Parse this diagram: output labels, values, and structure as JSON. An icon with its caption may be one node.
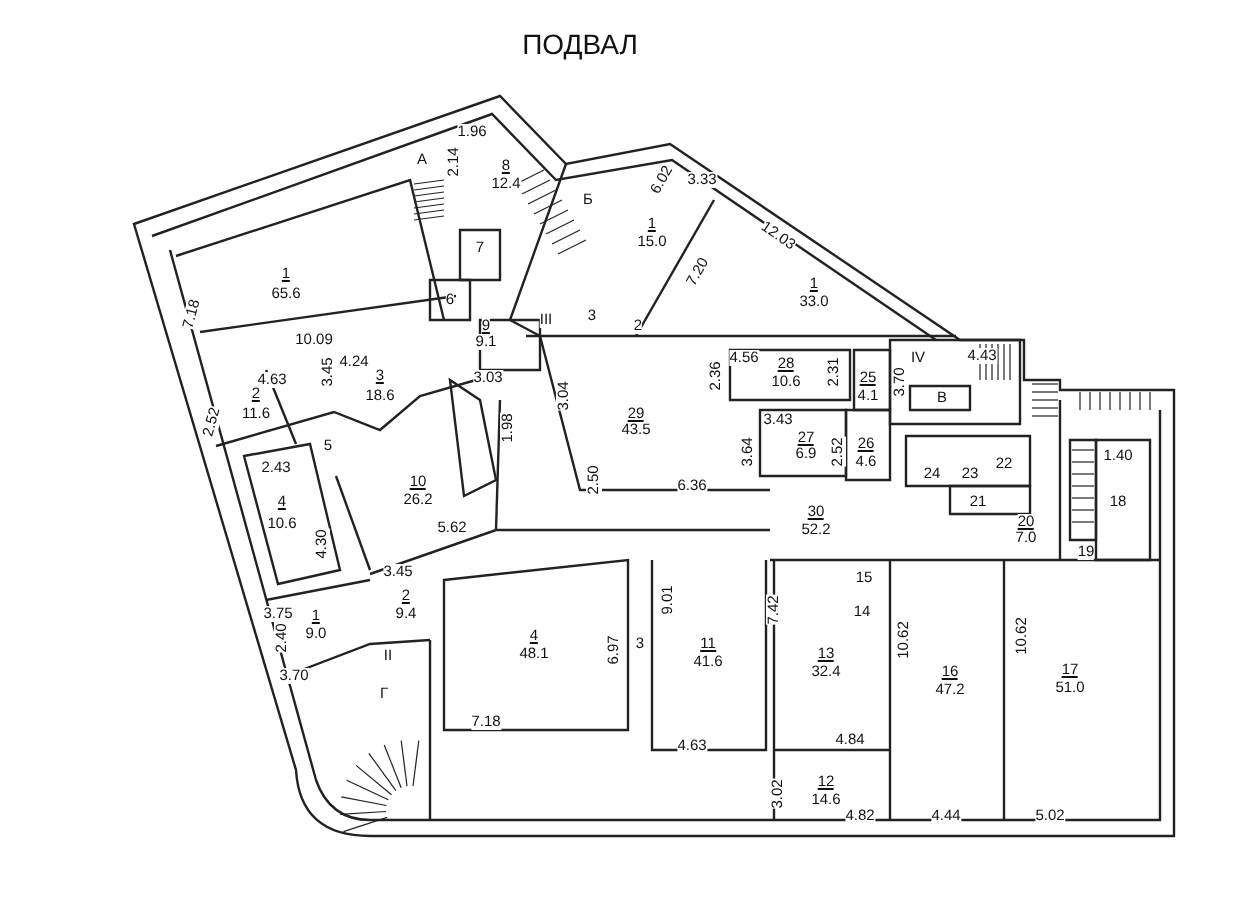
{
  "diagram": {
    "title": "ПОДВАЛ",
    "labels": [
      "А",
      "1.96",
      "2.14",
      "8",
      "12.4",
      "Б",
      "6.02",
      "3.33",
      "7",
      "1",
      "15.0",
      "12.03",
      "1",
      "65.6",
      "7.18",
      "1",
      "33.0",
      "7.20",
      "III",
      "3",
      "2",
      "6",
      "9",
      "9.1",
      "10.09",
      "4.24",
      "4.63",
      "3.45",
      "3",
      "18.6",
      "3.03",
      "3.04",
      "2.36",
      "4.56",
      "28",
      "10.6",
      "2.31",
      "25",
      "4.1",
      "3.70",
      "IV",
      "4.43",
      "В",
      "2",
      "11.6",
      "2.52",
      "5",
      "1.98",
      "29",
      "43.5",
      "3.43",
      "27",
      "6.9",
      "2.52",
      "3.64",
      "26",
      "4.6",
      "1.40",
      "18",
      "24",
      "23",
      "22",
      "2.43",
      "4",
      "10.6",
      "4.30",
      "10",
      "26.2",
      "2.50",
      "6.36",
      "21",
      "30",
      "52.2",
      "20",
      "7.0",
      "5.62",
      "19",
      "3.45",
      "2",
      "9.4",
      "3.75",
      "1",
      "9.0",
      "2.40",
      "15",
      "14",
      "II",
      "3.70",
      "Г",
      "4",
      "48.1",
      "6.97",
      "9.01",
      "3",
      "11",
      "41.6",
      "7.42",
      "13",
      "32.4",
      "10.62",
      "16",
      "47.2",
      "10.62",
      "17",
      "51.0",
      "7.18",
      "4.63",
      "4.84",
      "12",
      "14.6",
      "3.02",
      "4.82",
      "4.44",
      "5.02"
    ]
  }
}
